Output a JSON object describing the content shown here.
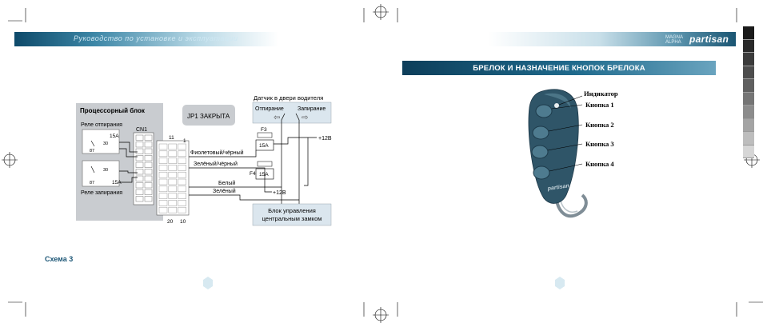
{
  "left_page": {
    "header_text": "Руководство по установке и эксплуатации",
    "schema_label": "Схема 3",
    "diagram": {
      "processor_block": "Процессорный блок",
      "relay_unlock": "Реле отпирания",
      "relay_lock": "Реле запирания",
      "fuse_relay1": "15A",
      "fuse_relay2": "15A",
      "pin_30_top": "30",
      "pin_87_top": "87",
      "pin_30_bot": "30",
      "pin_87_bot": "87",
      "connector": "CN1",
      "pin_11": "11",
      "pin_1": "1",
      "pin_20": "20",
      "pin_10": "10",
      "jumper": "JP1 ЗАКРЫТА",
      "sensor_title": "Датчик в двери водителя",
      "sensor_unlock": "Отпирание",
      "sensor_lock": "Запирание",
      "fuse_f3": "F3",
      "fuse_f3_value": "15A",
      "fuse_f4": "F4",
      "fuse_f4_value": "15A",
      "plus12_top": "+12В",
      "plus12_bot": "+12В",
      "wire_violet": "Фиолетовый/чёрный",
      "wire_green_black": "Зелёный/чёрный",
      "wire_white": "Белый",
      "wire_green": "Зелёный",
      "control_unit_line1": "Блок управления",
      "control_unit_line2": "центральным замком"
    }
  },
  "right_page": {
    "brand_small": "MAGNA ALPHA",
    "brand": "partisan",
    "title": "БРЕЛОК И НАЗНАЧЕНИЕ КНОПОК БРЕЛОКА",
    "fob_brand": "partisan",
    "labels": {
      "indicator": "Индикатор",
      "button1": "Кнопка 1",
      "button2": "Кнопка 2",
      "button3": "Кнопка 3",
      "button4": "Кнопка 4"
    }
  },
  "colors": {
    "header_dark": "#0e4a6a",
    "diagram_fill": "#c9ccd0",
    "sensor_fill": "#dbe6ee",
    "fob_body": "#2f5568"
  }
}
